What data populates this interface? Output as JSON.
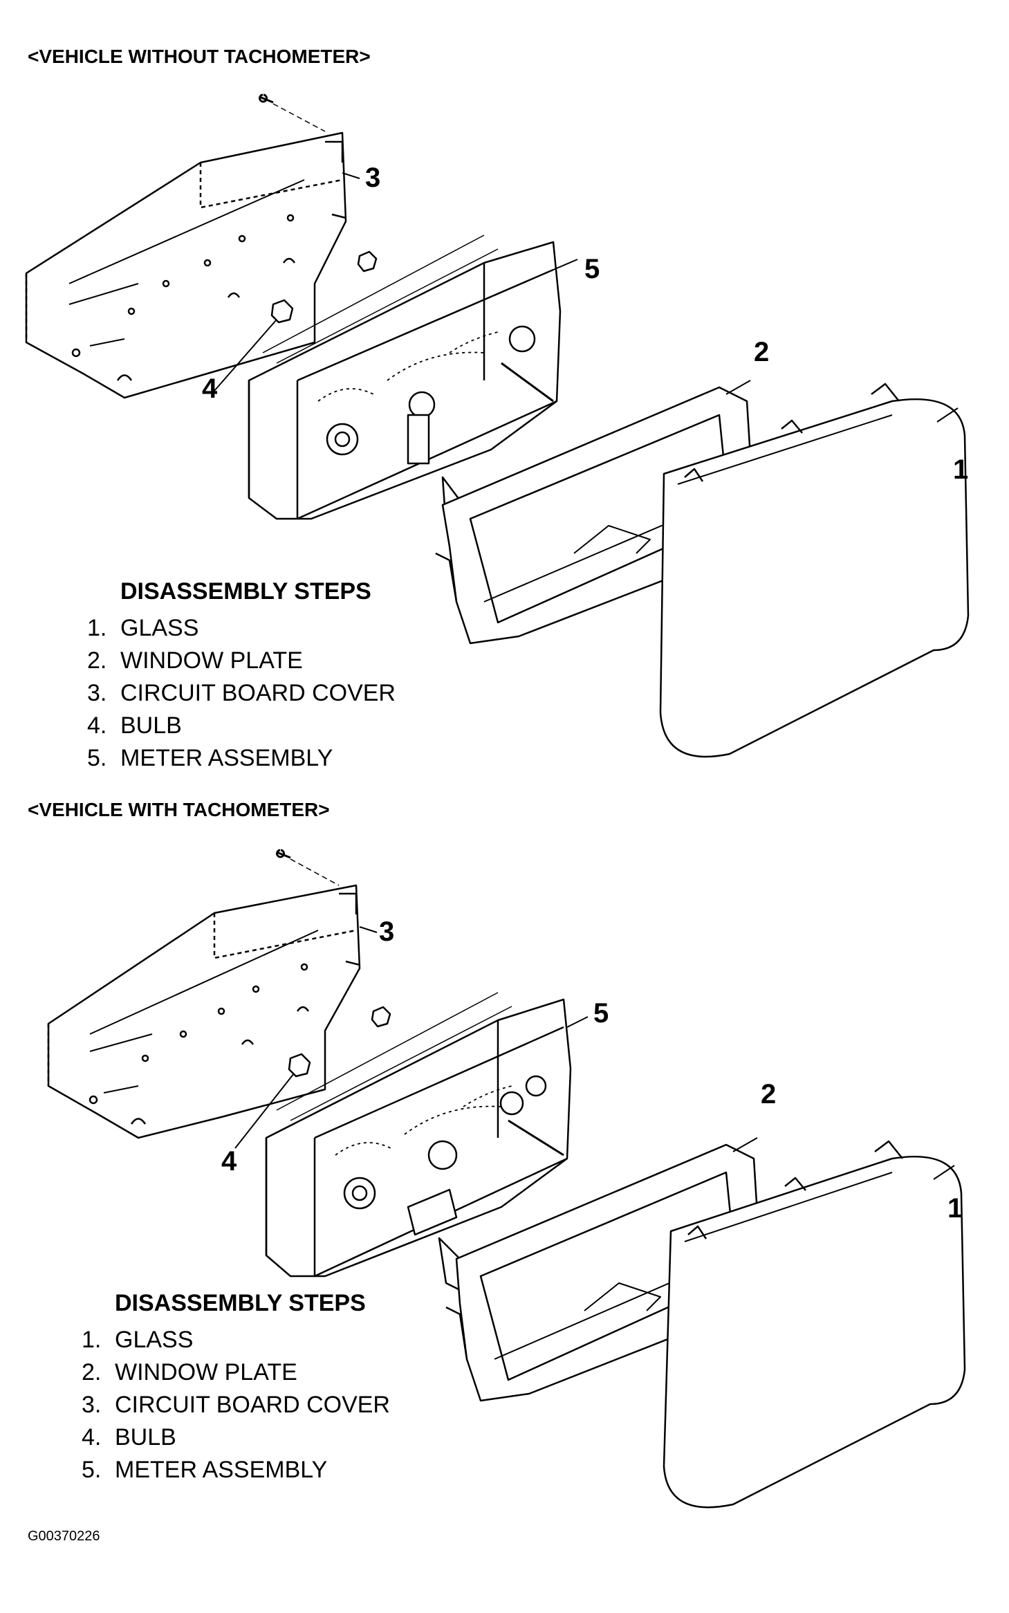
{
  "sections": [
    {
      "title": "<VEHICLE WITHOUT TACHOMETER>",
      "steps_title": "DISASSEMBLY STEPS",
      "steps": [
        {
          "num": "1.",
          "label": "GLASS"
        },
        {
          "num": "2.",
          "label": "WINDOW PLATE"
        },
        {
          "num": "3.",
          "label": "CIRCUIT BOARD COVER"
        },
        {
          "num": "4.",
          "label": "BULB"
        },
        {
          "num": "5.",
          "label": "METER ASSEMBLY"
        }
      ],
      "callouts": [
        "1",
        "2",
        "3",
        "4",
        "5"
      ]
    },
    {
      "title": "<VEHICLE WITH TACHOMETER>",
      "steps_title": "DISASSEMBLY STEPS",
      "steps": [
        {
          "num": "1.",
          "label": "GLASS"
        },
        {
          "num": "2.",
          "label": "WINDOW PLATE"
        },
        {
          "num": "3.",
          "label": "CIRCUIT BOARD COVER"
        },
        {
          "num": "4.",
          "label": "BULB"
        },
        {
          "num": "5.",
          "label": "METER ASSEMBLY"
        }
      ],
      "callouts": [
        "1",
        "2",
        "3",
        "4",
        "5"
      ]
    }
  ],
  "figure_code": "G00370226"
}
